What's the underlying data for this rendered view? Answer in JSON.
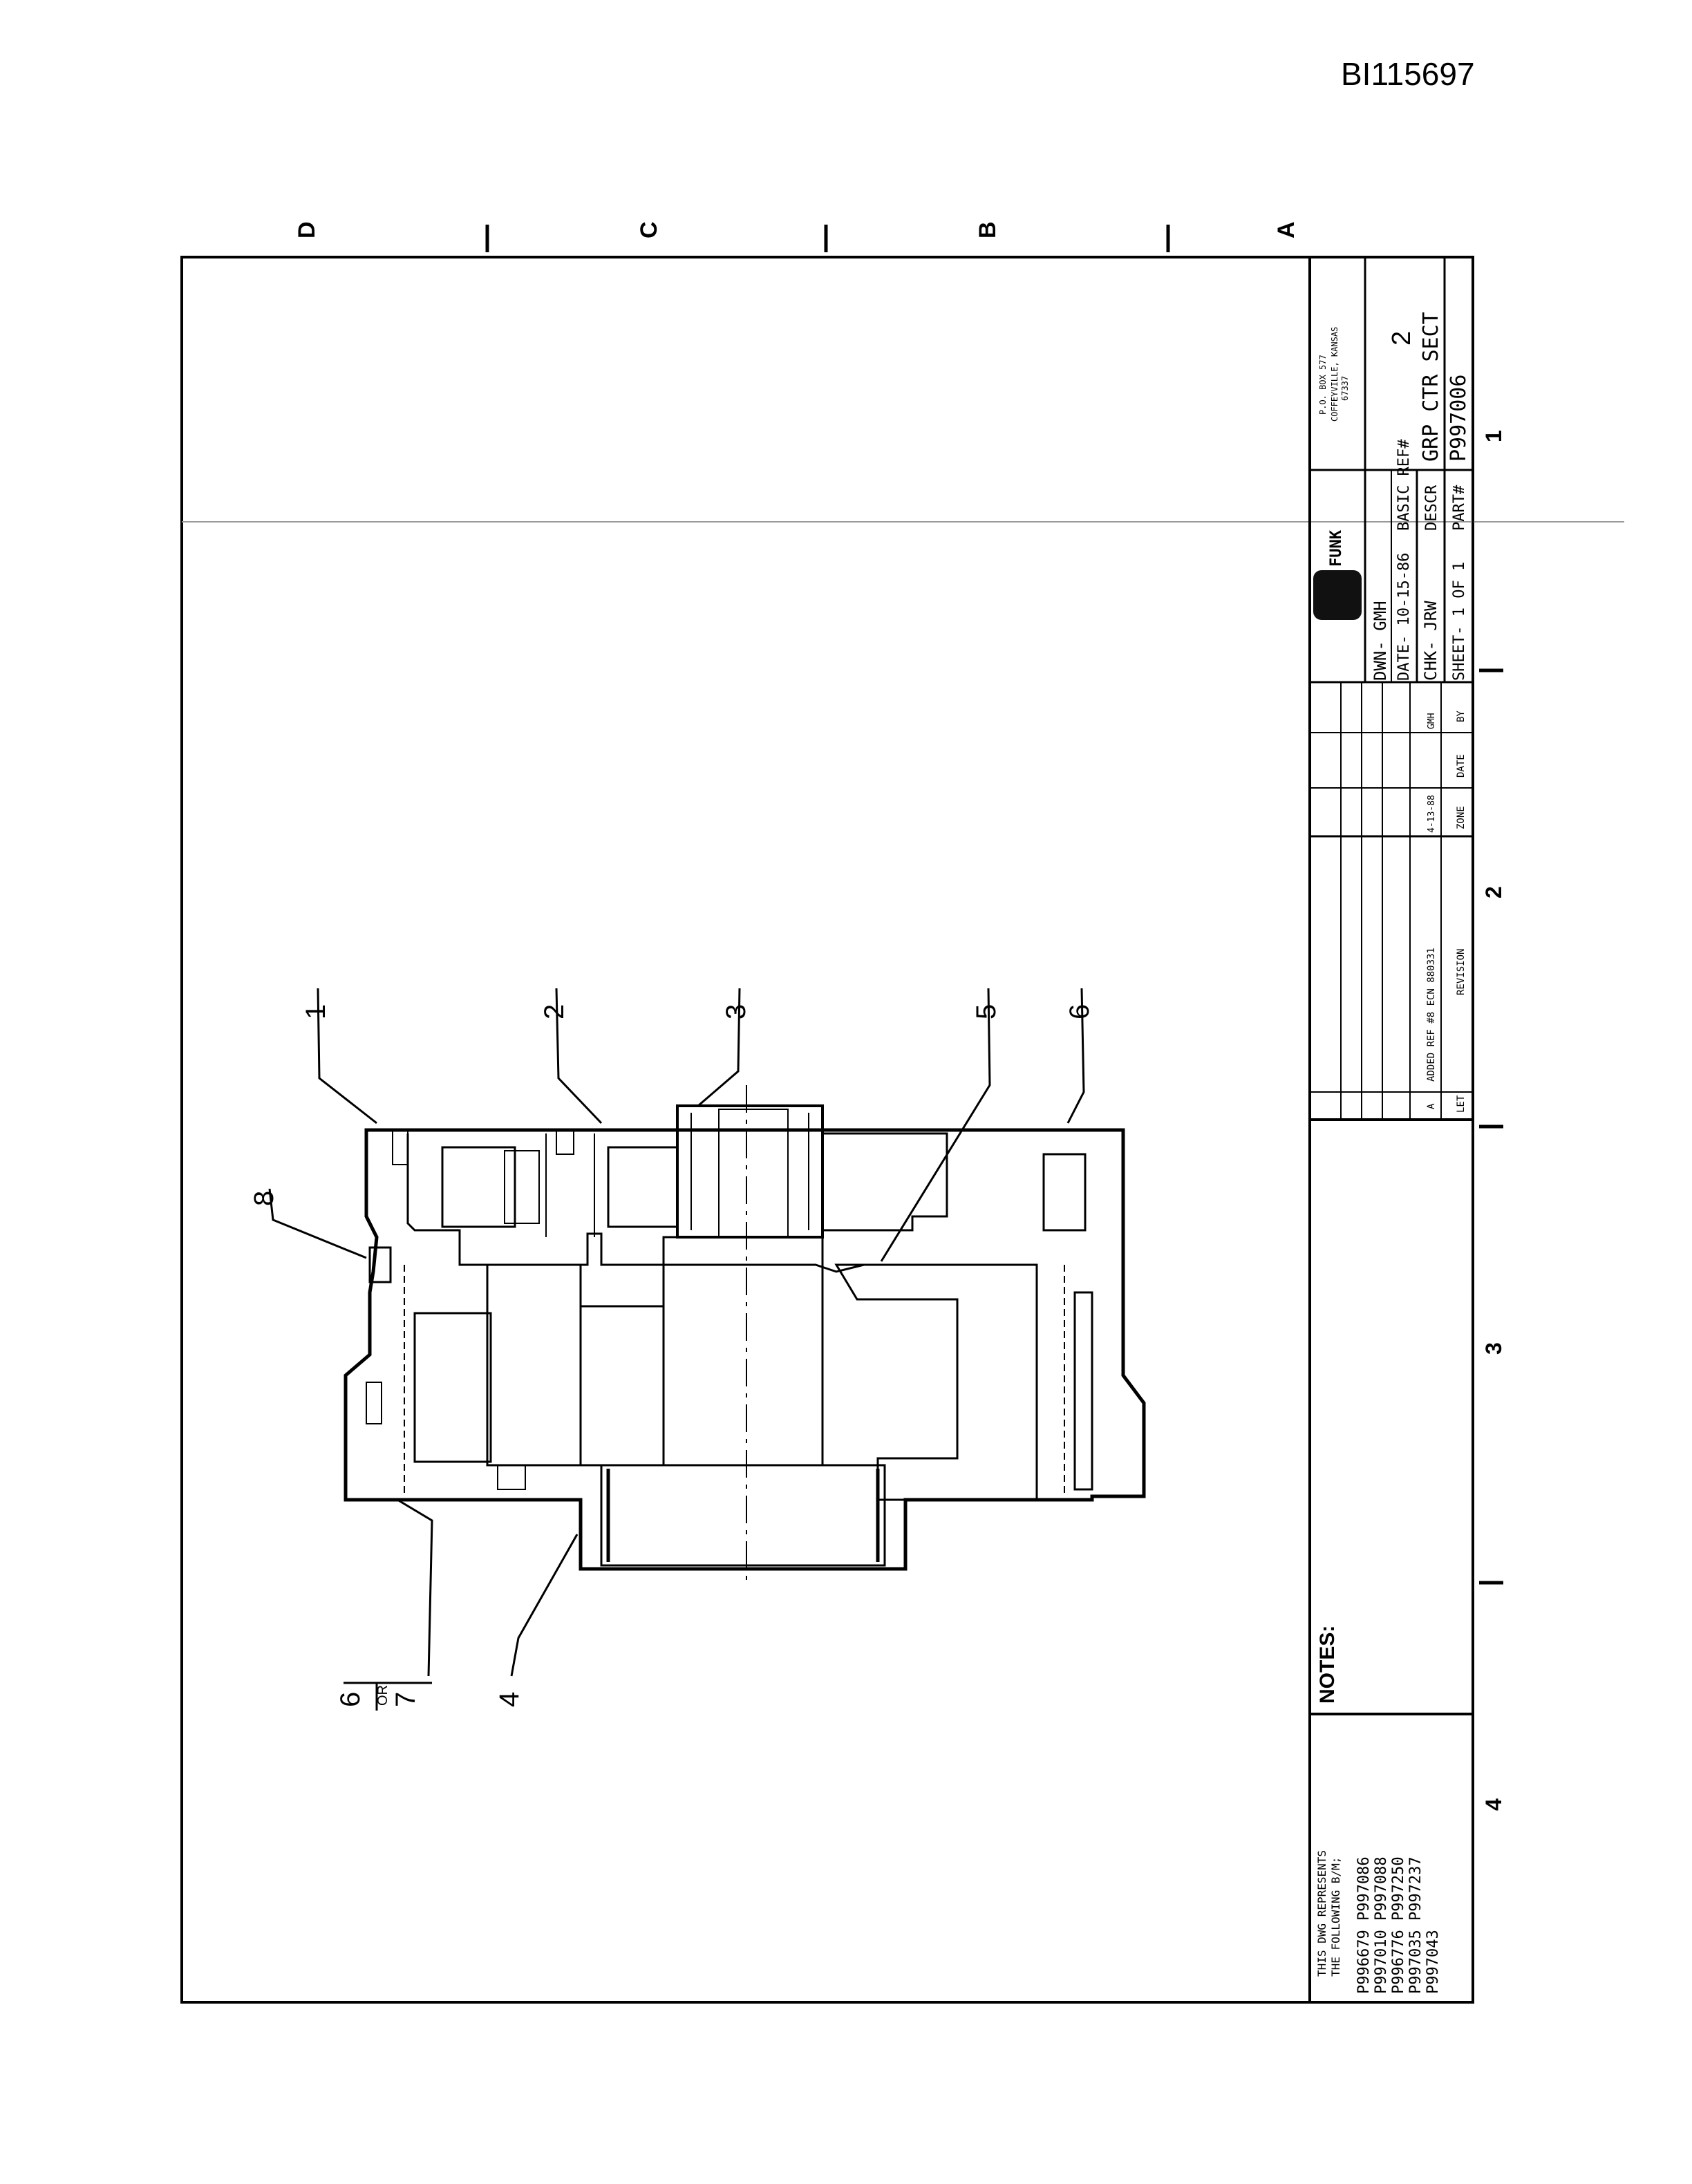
{
  "doc_id": "BI115697",
  "zones": {
    "letters": [
      "D",
      "C",
      "B",
      "A"
    ],
    "numbers": [
      "1",
      "2",
      "3",
      "4"
    ]
  },
  "company": {
    "name": "FUNK",
    "address_line1": "P.O. BOX 577",
    "address_line2": "COFFEYVILLE, KANSAS",
    "address_line3": "67337"
  },
  "title_block": {
    "dwn": "DWN- GMH",
    "date": "DATE- 10-15-86",
    "chk": "CHK- JRW",
    "sheet": "SHEET- 1 OF 1",
    "basic_ref_label": "BASIC REF#",
    "basic_ref_value": "2",
    "descr_label": "DESCR",
    "descr_value": "GRP CTR SECT",
    "part_label": "PART#",
    "part_value": "P997006"
  },
  "revision": {
    "rows": [
      {
        "let": "A",
        "text": "ADDED REF #8  ECN 880331",
        "date": "4-13-88",
        "by": "GMH"
      }
    ],
    "headers": {
      "let": "LET",
      "revision": "REVISION",
      "zone": "ZONE",
      "date": "DATE",
      "by": "BY"
    }
  },
  "notes_label": "NOTES:",
  "bom": {
    "line1": "THIS DWG REPRESENTS",
    "line2": "THE FOLLOWING B/M;",
    "rows": [
      "P996679  P997086",
      "P997010  P997088",
      "P996776  P997250",
      "P997035  P997237",
      "P997043"
    ]
  },
  "callouts": {
    "c1": "1",
    "c2": "2",
    "c3": "3",
    "c4": "4",
    "c5": "5",
    "c6": "6",
    "c6b": "6",
    "c7": "7",
    "c8": "8",
    "or": "OR"
  }
}
